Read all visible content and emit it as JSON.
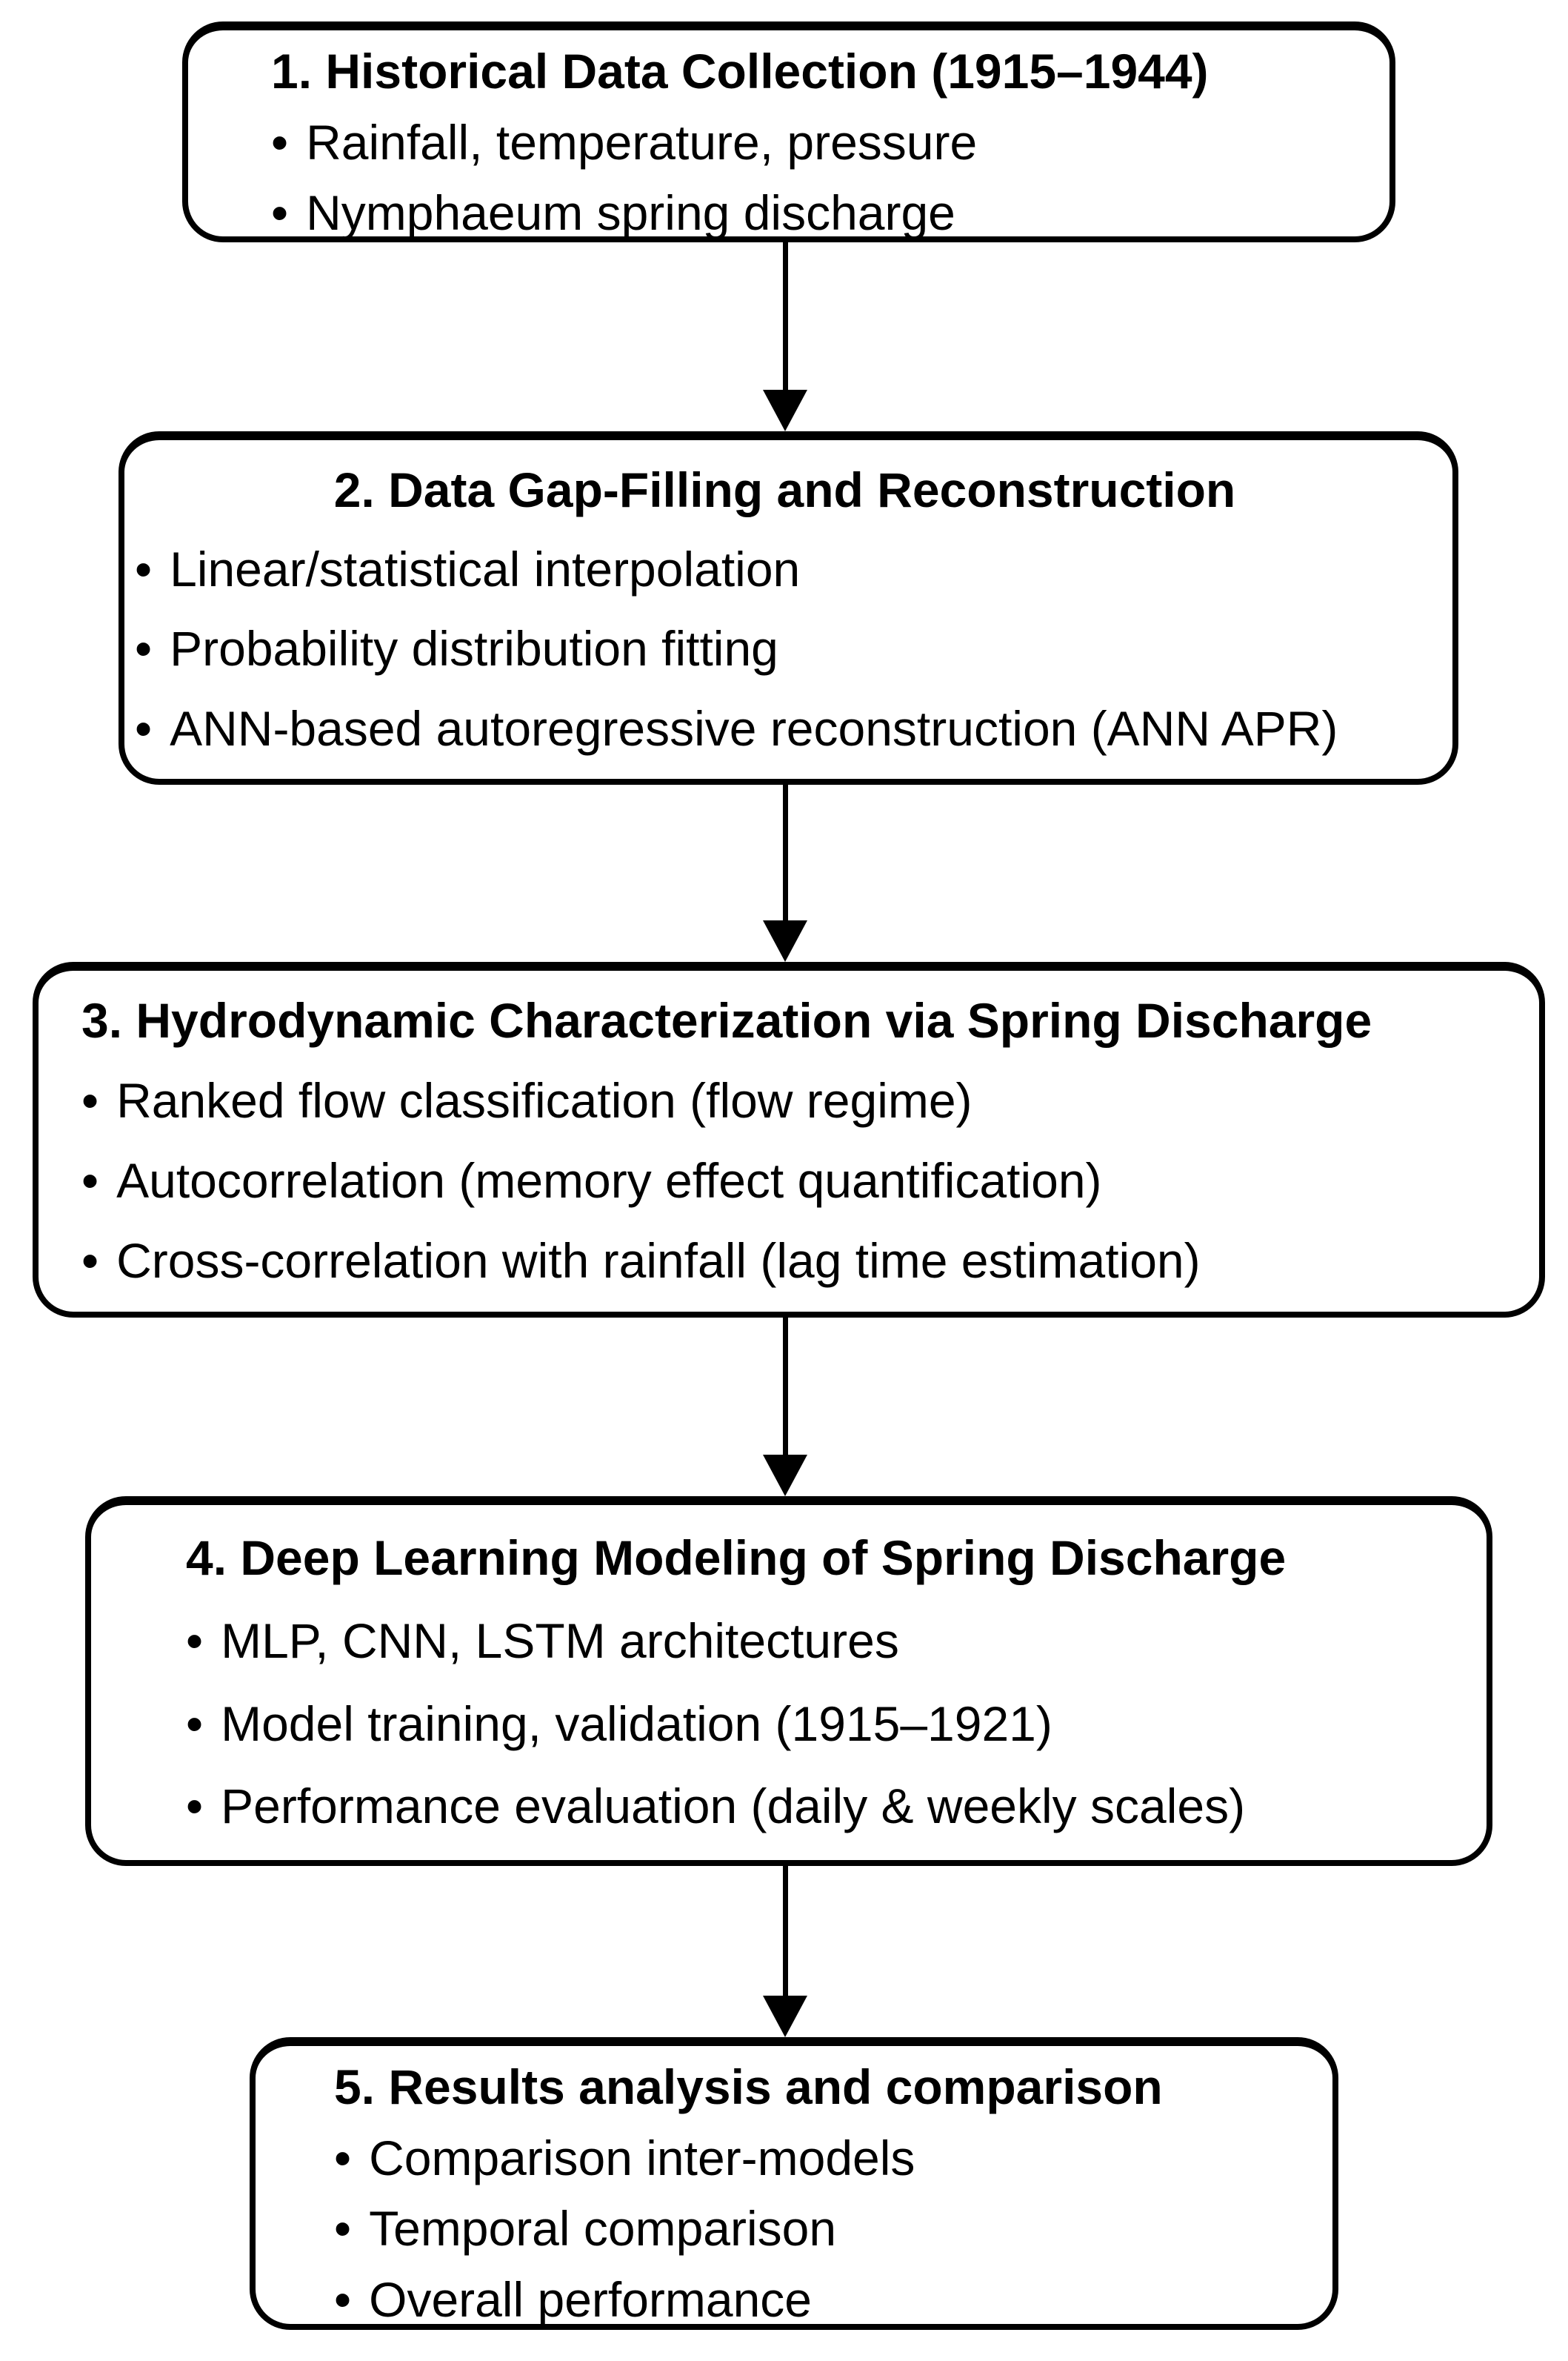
{
  "figure": {
    "bullet_char": "•",
    "colors": {
      "ink": "#000000",
      "background": "#ffffff"
    },
    "steps": [
      {
        "title": "1. Historical Data Collection (1915–1944)",
        "bullets": [
          "Rainfall, temperature, pressure",
          "Nymphaeum spring discharge"
        ]
      },
      {
        "title": "2. Data Gap-Filling and Reconstruction",
        "bullets": [
          "Linear/statistical interpolation",
          "Probability distribution fitting",
          "ANN-based autoregressive reconstruction (ANN APR)"
        ]
      },
      {
        "title": "3. Hydrodynamic Characterization via Spring Discharge",
        "bullets": [
          "Ranked flow classification (flow regime)",
          "Autocorrelation (memory effect quantification)",
          "Cross-correlation with rainfall (lag time estimation)"
        ]
      },
      {
        "title": "4. Deep Learning Modeling of Spring Discharge",
        "bullets": [
          "MLP, CNN, LSTM architectures",
          "Model training, validation (1915–1921)",
          "Performance evaluation (daily & weekly scales)"
        ]
      },
      {
        "title": "5. Results analysis and comparison",
        "bullets": [
          "Comparison inter-models",
          "Temporal comparison",
          "Overall performance"
        ]
      }
    ]
  }
}
